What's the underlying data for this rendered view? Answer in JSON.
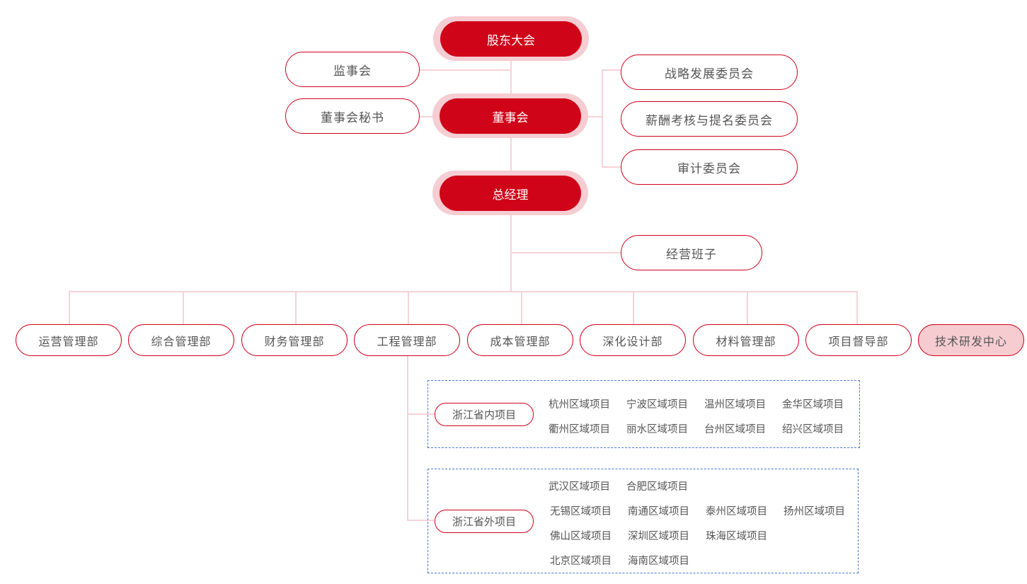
{
  "top": {
    "shareholders": "股东大会",
    "board": "董事会",
    "gm": "总经理"
  },
  "left": {
    "supervisors": "监事会",
    "board_secretary": "董事会秘书"
  },
  "committees": [
    "战略发展委员会",
    "薪酬考核与提名委员会",
    "审计委员会"
  ],
  "management_team": "经营班子",
  "departments": [
    "运营管理部",
    "综合管理部",
    "财务管理部",
    "工程管理部",
    "成本管理部",
    "深化设计部",
    "材料管理部",
    "项目督导部",
    "技术研发中心"
  ],
  "in_province": {
    "label": "浙江省内项目",
    "items": [
      "杭州区域项目",
      "宁波区域项目",
      "温州区域项目",
      "金华区域项目",
      "衢州区域项目",
      "丽水区域项目",
      "台州区域项目",
      "绍兴区域项目"
    ]
  },
  "out_province": {
    "label": "浙江省外项目",
    "items": [
      "武汉区域项目",
      "合肥区域项目",
      "无锡区域项目",
      "南通区域项目",
      "泰州区域项目",
      "扬州区域项目",
      "佛山区域项目",
      "深圳区域项目",
      "珠海区域项目",
      "北京区域项目",
      "海南区域项目"
    ]
  },
  "colors": {
    "primary": "#cf0418",
    "halo": "#f5cdd2",
    "line": "#f6d3d8",
    "dash": "#4a78d8"
  }
}
